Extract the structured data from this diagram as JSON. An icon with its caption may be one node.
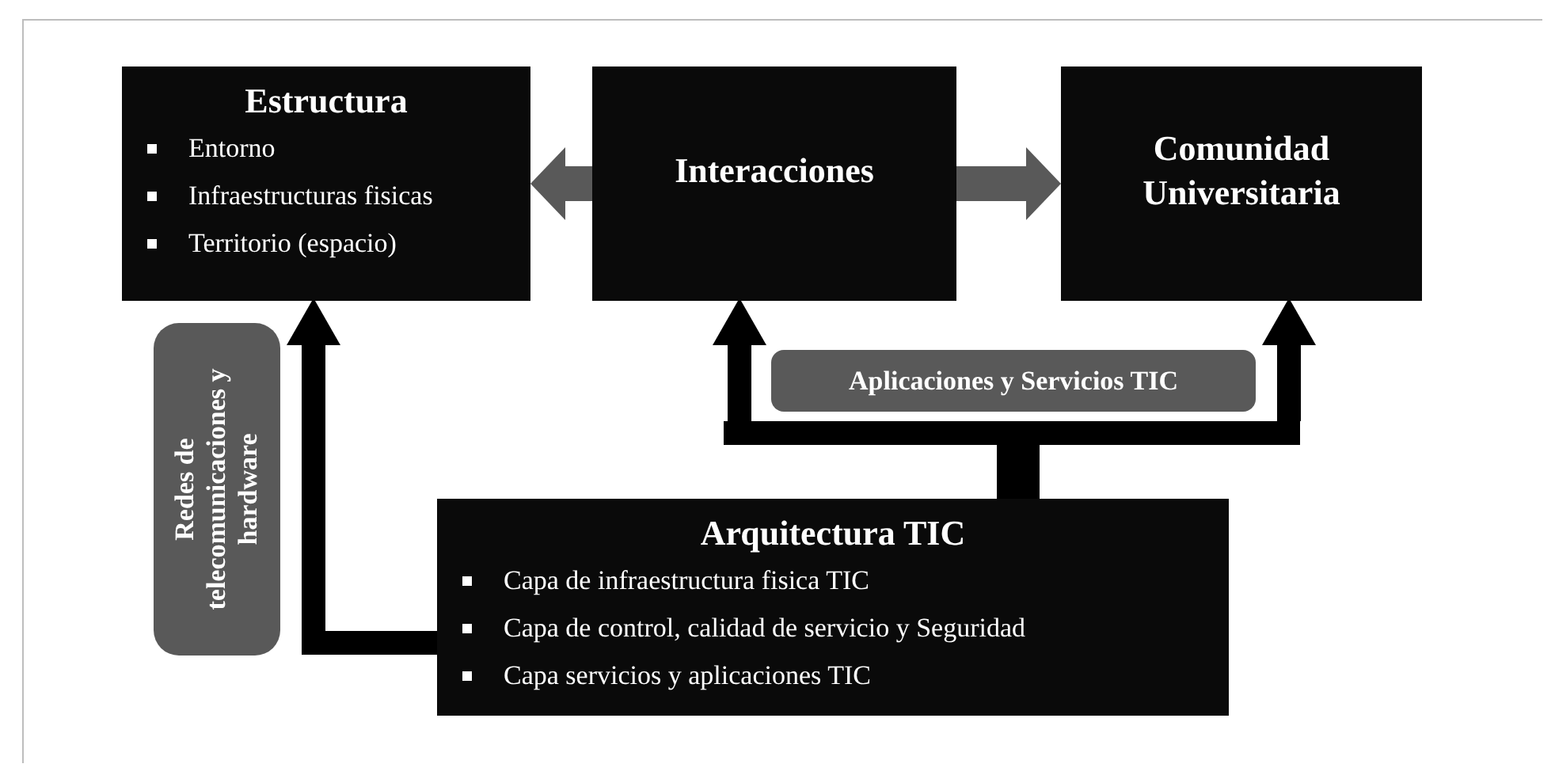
{
  "diagram": {
    "nodes": [
      {
        "text": [
          "Estructura",
          "Entorno",
          "Infraestructuras fisicas",
          "Territorio (espacio)"
        ]
      },
      {
        "text": [
          "Interacciones"
        ]
      },
      {
        "text": [
          "Comunidad Universitaria"
        ]
      },
      {
        "text": [
          "Redes de telecomunicaciones y hardware"
        ]
      },
      {
        "text": [
          "Aplicaciones y Servicios TIC"
        ]
      },
      {
        "text": [
          "Arquitectura TIC",
          "Capa de infraestructura fisica TIC",
          "Capa de control, calidad de servicio y Seguridad",
          "Capa servicios y aplicaciones TIC"
        ]
      },
      {
        "text": [],
        "shape": "bar"
      }
    ],
    "edges": [
      {
        "from": 1,
        "to": 0,
        "arrow": "to",
        "color": "#595959"
      },
      {
        "from": 1,
        "to": 2,
        "arrow": "to",
        "color": "#595959"
      },
      {
        "from": 5,
        "to": 0,
        "arrow": "to"
      },
      {
        "from": 5,
        "to": 6,
        "arrow": "none",
        "style": "thick"
      },
      {
        "from": 6,
        "to": 1,
        "arrow": "to"
      },
      {
        "from": 6,
        "to": 2,
        "arrow": "to"
      }
    ]
  }
}
